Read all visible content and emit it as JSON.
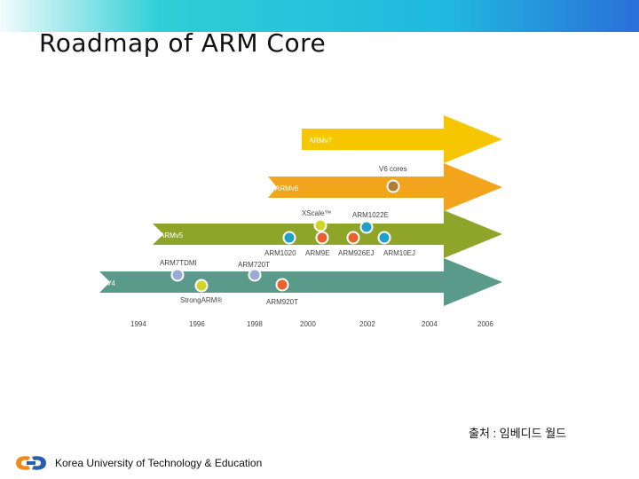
{
  "slide": {
    "title": "Roadmap of ARM Core",
    "source": "출처 : 임베디드 월드",
    "footer": "Korea University of Technology & Education"
  },
  "roadmap": {
    "arrows": [
      {
        "label": "ARMv7",
        "color": "#f6c600"
      },
      {
        "label": "ARMv6",
        "color": "#f2a51c"
      },
      {
        "label": "ARMv5",
        "color": "#8fa52a"
      },
      {
        "label": "V4",
        "color": "#5a9a8a"
      }
    ],
    "cores": [
      {
        "label": "V6 cores",
        "color": "#b07a3a"
      },
      {
        "label": "XScale™",
        "color": "#cfd62a"
      },
      {
        "label": "ARM1022E",
        "color": "#1ea0c8"
      },
      {
        "label": "ARM1020",
        "color": "#1ea0c8"
      },
      {
        "label": "ARM9E",
        "color": "#e8622e"
      },
      {
        "label": "ARM926EJ",
        "color": "#e8622e"
      },
      {
        "label": "ARM10EJ",
        "color": "#1ea0c8"
      },
      {
        "label": "ARM7TDMI",
        "color": "#9aa9d6"
      },
      {
        "label": "ARM720T",
        "color": "#9aa9d6"
      },
      {
        "label": "StrongARM®",
        "color": "#cfd62a"
      },
      {
        "label": "ARM920T",
        "color": "#e8622e"
      }
    ],
    "years": [
      "1994",
      "1996",
      "1998",
      "2000",
      "2002",
      "2004",
      "2006"
    ]
  },
  "colors": {
    "topbar_start": "#2ecfd6",
    "topbar_end": "#2a6fd8",
    "logo_orange": "#f08a1c",
    "logo_blue": "#2a5fb0"
  },
  "icons": {
    "logo": "university-logo-icon"
  }
}
